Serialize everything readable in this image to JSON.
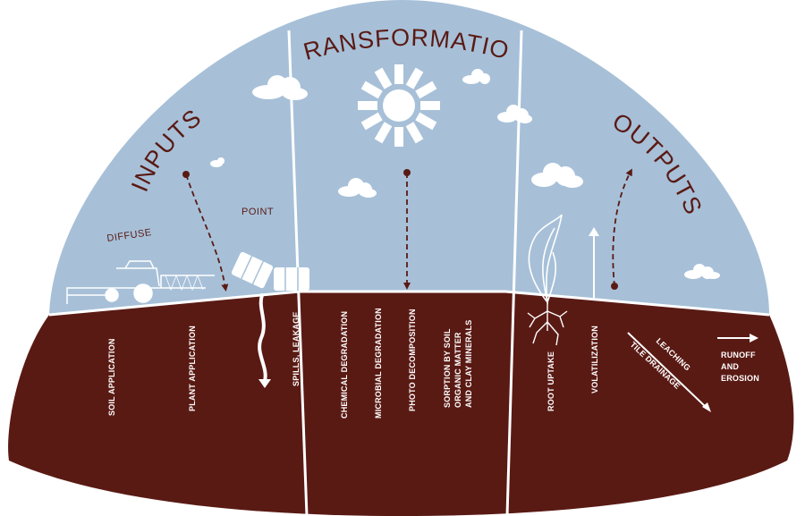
{
  "sections": {
    "inputs": {
      "title": "INPUTS",
      "sky_labels": {
        "diffuse": "DIFFUSE",
        "point": "POINT"
      },
      "soil_labels": {
        "soil_application": "SOIL APPLICATION",
        "plant_application": "PLANT APPLICATION",
        "spills": "SPILLS, LEAKAGE"
      }
    },
    "transformation": {
      "title": "TRANSFORMATION",
      "soil_labels": {
        "chemical": "CHEMICAL DEGRADATION",
        "microbial": "MICROBIAL DEGRADATION",
        "photo": "PHOTO DECOMPOSITION",
        "sorption_1": "SORPTION BY SOIL",
        "sorption_2": "ORGANIC MATTER",
        "sorption_3": "AND CLAY MINERALS"
      }
    },
    "outputs": {
      "title": "OUTPUTS",
      "soil_labels": {
        "root_uptake": "ROOT UPTAKE",
        "volatilization": "VOLATILIZATION",
        "leaching": "LEACHING",
        "tile_drainage": "TILE DRAINAGE",
        "runoff_1": "RUNOFF",
        "runoff_2": "AND",
        "runoff_3": "EROSION"
      }
    }
  },
  "colors": {
    "sky": "#a7c0d8",
    "soil": "#5a1a14",
    "divider": "#ffffff",
    "arrow": "#5a1a14",
    "text_dark": "#5a1a14",
    "text_light": "#ffffff"
  },
  "icons": [
    "sun-icon",
    "cloud-icon",
    "tractor-sprayer-icon",
    "barrel-icon",
    "plant-icon",
    "roots-icon"
  ]
}
